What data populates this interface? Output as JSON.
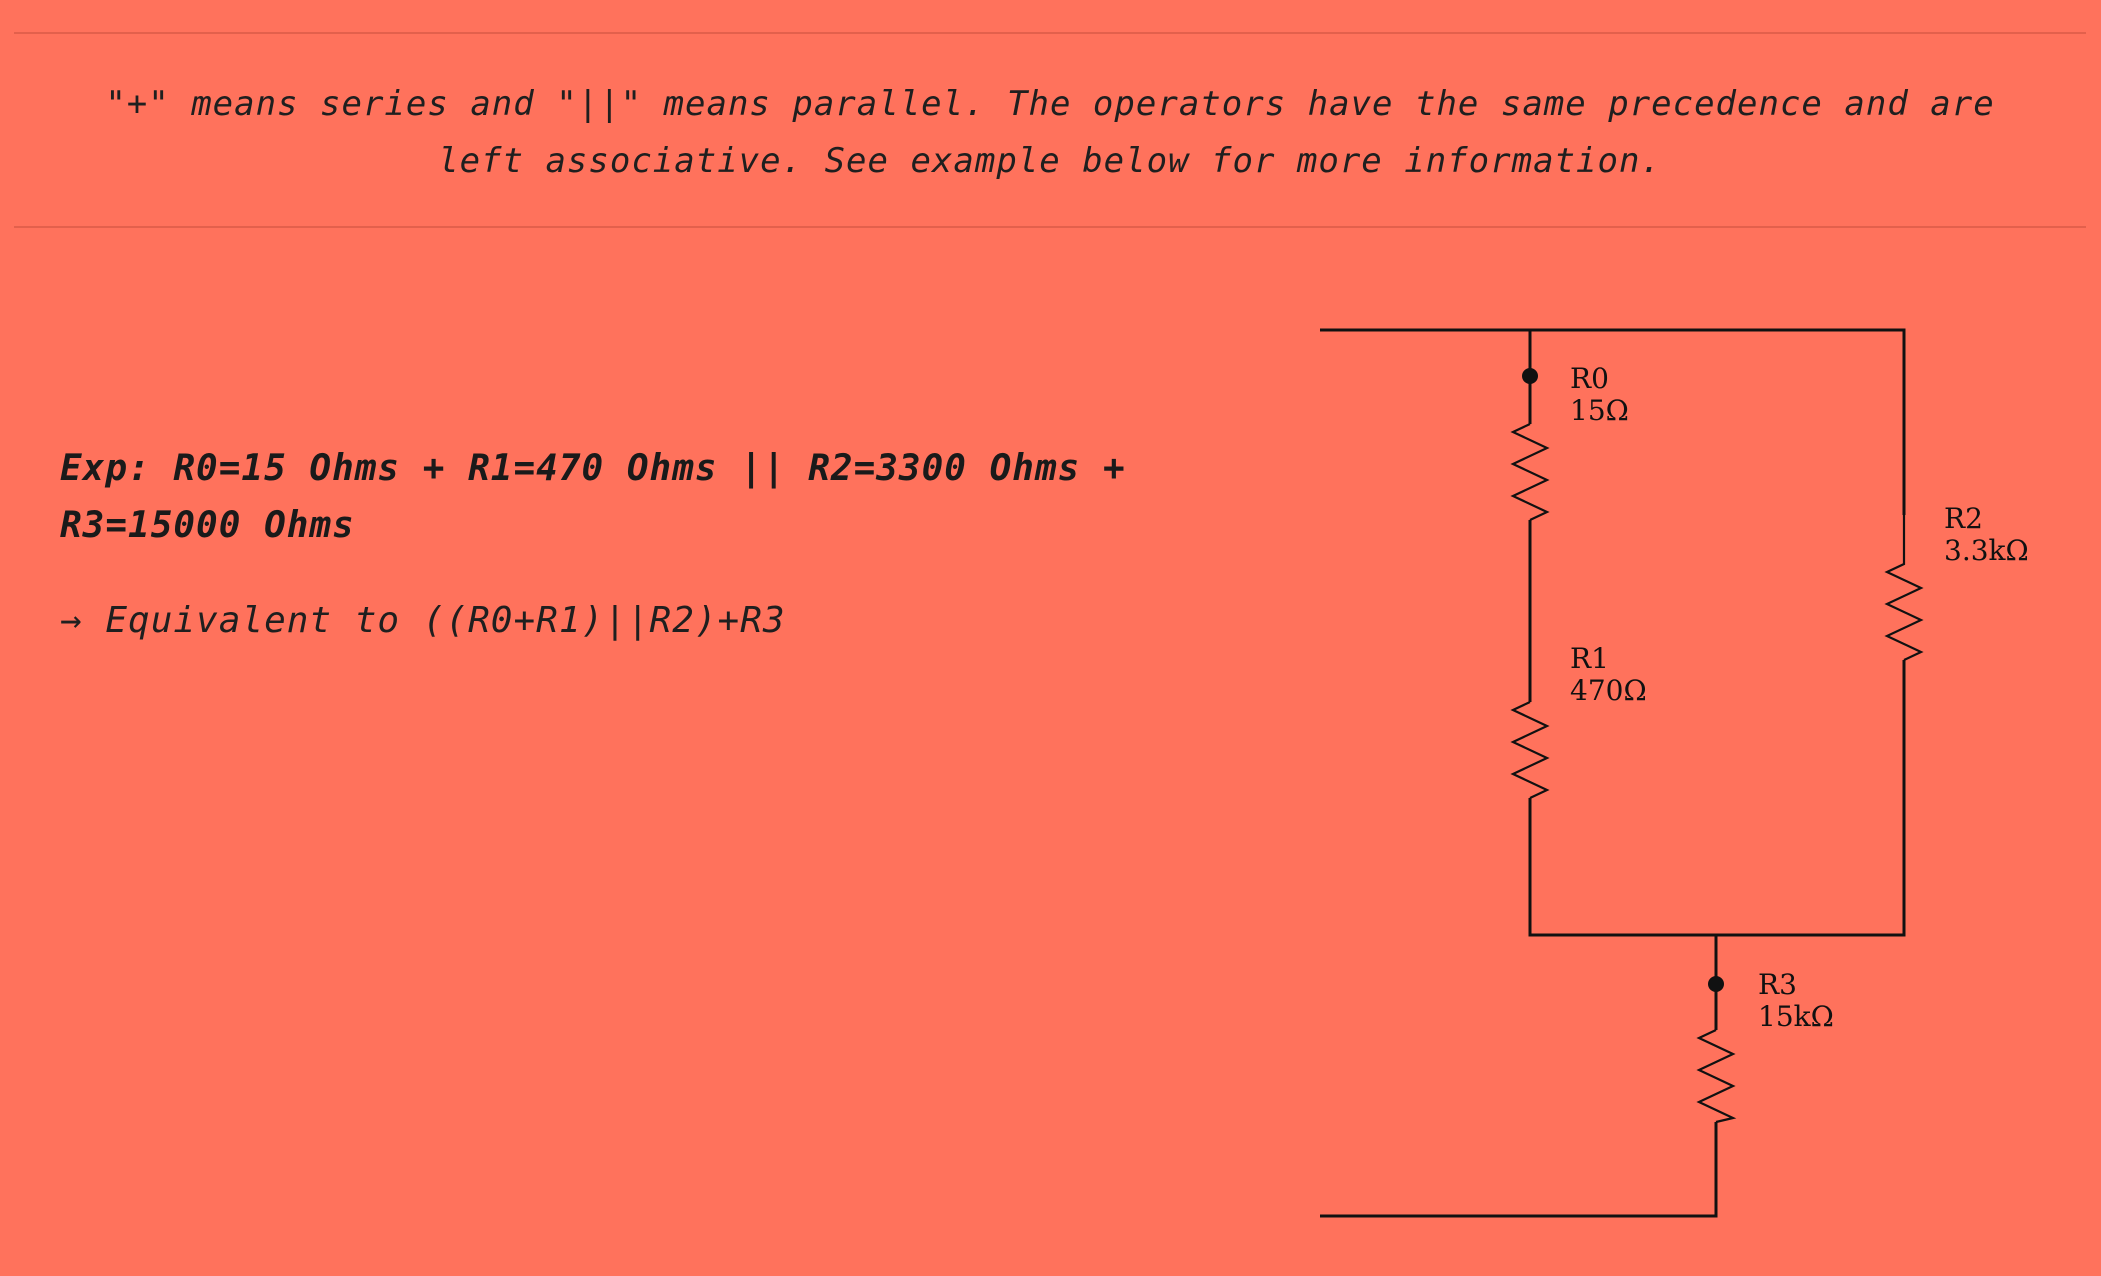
{
  "intro": {
    "line1": "\"+\" means series and \"||\" means parallel. The operators have the same precedence and are",
    "line2": "left associative. See example below for more information."
  },
  "example": {
    "expression": "Exp: R0=15 Ohms + R1=470 Ohms || R2=3300 Ohms + R3=15000 Ohms",
    "equivalent": "→ Equivalent to ((R0+R1)||R2)+R3"
  },
  "circuit": {
    "resistors": [
      {
        "name": "R0",
        "value": "15Ω"
      },
      {
        "name": "R1",
        "value": "470Ω"
      },
      {
        "name": "R2",
        "value": "3.3kΩ"
      },
      {
        "name": "R3",
        "value": "15kΩ"
      }
    ]
  },
  "colors": {
    "background": "#FF725C",
    "divider": "#E3604C",
    "text": "#1F1F1F",
    "wire": "#111111"
  }
}
